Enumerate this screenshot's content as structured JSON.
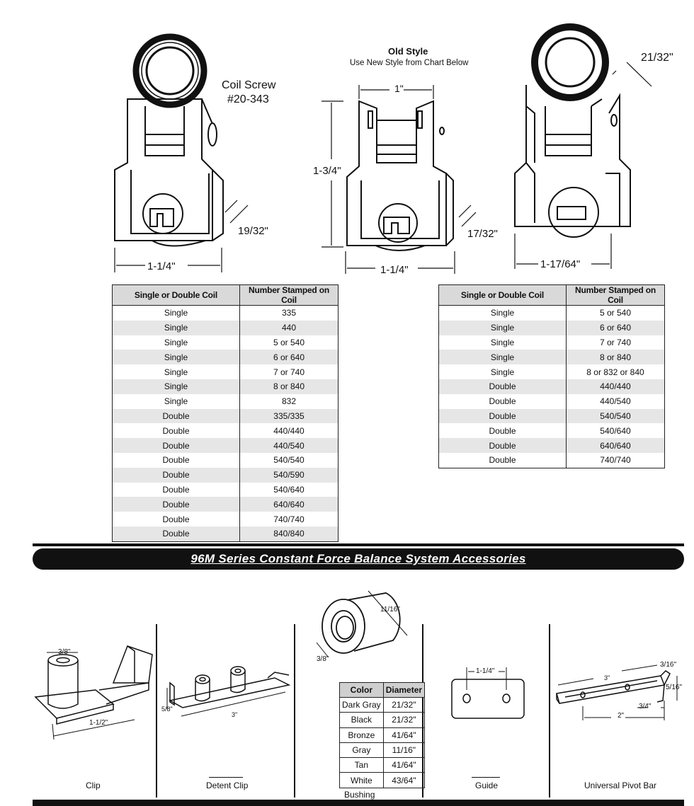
{
  "top_drawings": {
    "left": {
      "coil_screw_label": "Coil Screw",
      "coil_screw_part": "#20-343",
      "depth_dim": "19/32\"",
      "width_dim": "1-1/4\""
    },
    "center": {
      "title": "Old Style",
      "subtitle": "Use New Style from Chart Below",
      "top_width_dim": "1\"",
      "height_dim": "1-3/4\"",
      "depth_dim": "17/32\"",
      "width_dim": "1-1/4\""
    },
    "right": {
      "coil_dim": "21/32\"",
      "width_dim": "1-17/64\""
    }
  },
  "left_table": {
    "headers": [
      "Single or Double Coil",
      "Number Stamped on Coil"
    ],
    "rows": [
      [
        "Single",
        "335"
      ],
      [
        "Single",
        "440"
      ],
      [
        "Single",
        "5 or 540"
      ],
      [
        "Single",
        "6 or 640"
      ],
      [
        "Single",
        "7 or 740"
      ],
      [
        "Single",
        "8 or 840"
      ],
      [
        "Single",
        "832"
      ],
      [
        "Double",
        "335/335"
      ],
      [
        "Double",
        "440/440"
      ],
      [
        "Double",
        "440/540"
      ],
      [
        "Double",
        "540/540"
      ],
      [
        "Double",
        "540/590"
      ],
      [
        "Double",
        "540/640"
      ],
      [
        "Double",
        "640/640"
      ],
      [
        "Double",
        "740/740"
      ],
      [
        "Double",
        "840/840"
      ]
    ]
  },
  "right_table": {
    "headers": [
      "Single or Double Coil",
      "Number Stamped on Coil"
    ],
    "rows": [
      [
        "Single",
        "5 or 540"
      ],
      [
        "Single",
        "6 or 640"
      ],
      [
        "Single",
        "7 or 740"
      ],
      [
        "Single",
        "8 or 840"
      ],
      [
        "Single",
        "8 or 832 or 840"
      ],
      [
        "Double",
        "440/440"
      ],
      [
        "Double",
        "440/540"
      ],
      [
        "Double",
        "540/540"
      ],
      [
        "Double",
        "540/640"
      ],
      [
        "Double",
        "640/640"
      ],
      [
        "Double",
        "740/740"
      ]
    ]
  },
  "banner": {
    "title": "96M Series Constant Force Balance System Accessories"
  },
  "accessories": {
    "clip": {
      "label": "Clip",
      "dim_top": "3/8\"",
      "dim_len": "1-1/2\""
    },
    "detent_clip": {
      "label": "Detent Clip",
      "dim_side": "5/8\"",
      "dim_len": "3\""
    },
    "bushing": {
      "label": "Bushing",
      "dim_outer": "11/16\"",
      "dim_inner": "3/8\"",
      "headers": [
        "Color",
        "Diameter"
      ],
      "rows": [
        [
          "Dark Gray",
          "21/32\""
        ],
        [
          "Black",
          "21/32\""
        ],
        [
          "Bronze",
          "41/64\""
        ],
        [
          "Gray",
          "11/16\""
        ],
        [
          "Tan",
          "41/64\""
        ],
        [
          "White",
          "43/64\""
        ]
      ]
    },
    "guide": {
      "label": "Guide",
      "dim_spacing": "1-1/4\""
    },
    "pivot_bar": {
      "label": "Universal Pivot Bar",
      "dim_len": "3\"",
      "dim_top": "3/16\"",
      "dim_side": "5/16\"",
      "dim_small": "3/4\"",
      "dim_bottom": "2\""
    }
  },
  "colors": {
    "ink": "#111111",
    "header_fill": "#d9d9d9",
    "stripe": "#e6e6e6"
  }
}
